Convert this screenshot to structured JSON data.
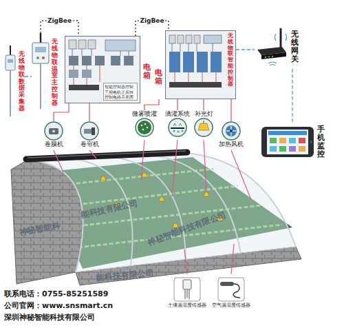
{
  "diagram": {
    "nodes": [
      {
        "text": [
          "无线物联数据采集器"
        ]
      },
      {
        "text": [
          "无线物联温室主控制器"
        ]
      },
      {
        "text": [
          "电箱",
          "智能控制器控制 三相电机正反转 控制电路示意图"
        ]
      },
      {
        "text": [
          "电箱",
          "无线物联智能控制器"
        ]
      },
      {
        "text": [
          "无线网关"
        ]
      },
      {
        "text": [
          "手机监控"
        ]
      },
      {
        "text": [
          "卷膜机"
        ]
      },
      {
        "text": [
          "卷帘机"
        ]
      },
      {
        "text": [
          "微雾喷灌"
        ]
      },
      {
        "text": [
          "滴灌系统"
        ]
      },
      {
        "text": [
          "补光灯"
        ]
      },
      {
        "text": [
          "加热风机"
        ]
      },
      {
        "text": [
          "土壤温湿度传感器"
        ]
      },
      {
        "text": [
          "空气温湿度传感器"
        ]
      }
    ],
    "edges": [
      {
        "from": 1,
        "to": 2,
        "arrow": "none",
        "label": "ZigBee"
      },
      {
        "from": 2,
        "to": 3,
        "arrow": "none",
        "label": "ZigBee"
      },
      {
        "from": 0,
        "to": 1,
        "arrow": "none"
      },
      {
        "from": 3,
        "to": 4,
        "arrow": "none"
      },
      {
        "from": 4,
        "to": 5,
        "arrow": "none"
      },
      {
        "from": 2,
        "to": 6,
        "arrow": "none"
      },
      {
        "from": 2,
        "to": 7,
        "arrow": "none"
      },
      {
        "from": 3,
        "to": 8,
        "arrow": "none"
      },
      {
        "from": 3,
        "to": 9,
        "arrow": "none"
      },
      {
        "from": 3,
        "to": 10,
        "arrow": "none"
      },
      {
        "from": 3,
        "to": 11,
        "arrow": "none"
      }
    ],
    "labels": [
      "能科技有限公司",
      "神秘智能科",
      "神秘智能科技有限公司",
      "能科技有限公司",
      "联系电话：0755-85251589",
      "公司官网：www.snsmart.cn",
      "深圳神秘智能科技有限公司"
    ]
  }
}
